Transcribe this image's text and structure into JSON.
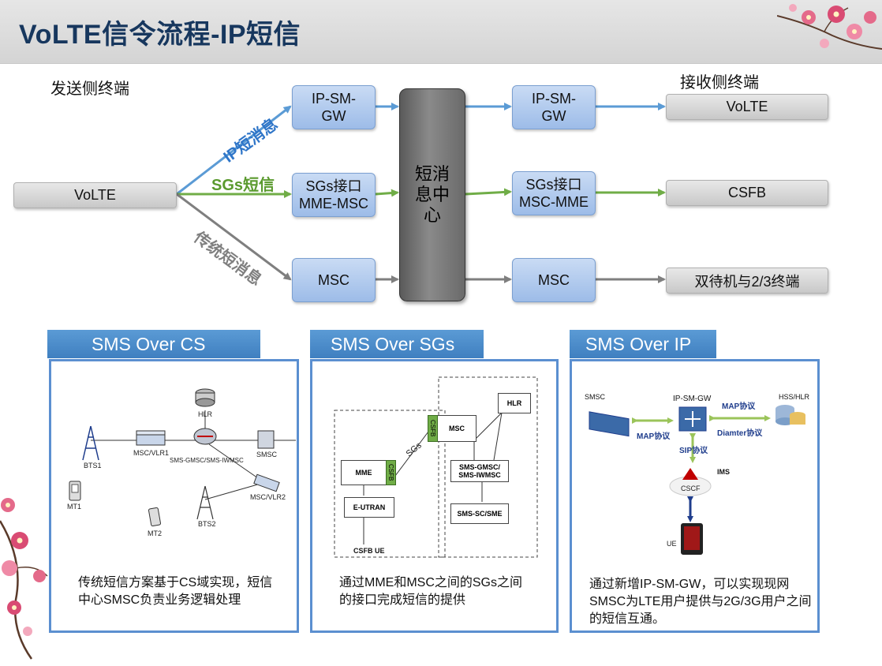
{
  "title": "VoLTE信令流程-IP短信",
  "sender_label": "发送侧终端",
  "receiver_label": "接收侧终端",
  "sender_terminal": "VoLTE",
  "paths": {
    "ip": {
      "label": "IP短消息",
      "color": "#5b9bd5"
    },
    "sgs": {
      "label": "SGs短信",
      "color": "#70ad47"
    },
    "legacy": {
      "label": "传统短消息",
      "color": "#7f7f7f"
    }
  },
  "left_nodes": {
    "ip": "IP-SM-GW",
    "sgs": "SGs接口 MME-MSC",
    "legacy": "MSC"
  },
  "center_node": "短消息中心",
  "right_nodes": {
    "ip": "IP-SM-GW",
    "sgs": "SGs接口 MSC-MME",
    "legacy": "MSC"
  },
  "receivers": {
    "ip": "VoLTE",
    "sgs": "CSFB",
    "legacy": "双待机与2/3终端"
  },
  "panels": [
    {
      "title": "SMS Over CS",
      "description": "传统短信方案基于CS域实现，短信中心SMSC负责业务逻辑处理",
      "labels": {
        "hlr": "HLR",
        "bts1": "BTS1",
        "mt1": "MT1",
        "msc_vlr1": "MSC/VLR1",
        "gmsc": "SMS-GMSC/SMS-IWMSC",
        "smsc": "SMSC",
        "msc_vlr2": "MSC/VLR2",
        "bts2": "BTS2",
        "mt2": "MT2"
      }
    },
    {
      "title": "SMS Over SGs",
      "description": "通过MME和MSC之间的SGs之间的接口完成短信的提供",
      "labels": {
        "hlr": "HLR",
        "msc": "MSC",
        "csfb": "CSFB",
        "sgs": "SGs",
        "mme": "MME",
        "gmsc": "SMS-GMSC/ SMS-IWMSC",
        "eutran": "E-UTRAN",
        "smssc": "SMS-SC/SME",
        "csfb_ue": "CSFB UE"
      }
    },
    {
      "title": "SMS Over IP",
      "description": "通过新增IP-SM-GW，可以实现现网SMSC为LTE用户提供与2G/3G用户之间的短信互通。",
      "labels": {
        "smsc": "SMSC",
        "ipsmgw": "IP-SM-GW",
        "hss": "HSS/HLR",
        "map1": "MAP协议",
        "map2": "MAP协议",
        "diameter": "Diamter协议",
        "sip": "SIP协议",
        "ims": "IMS",
        "cscf": "CSCF",
        "ue": "UE"
      }
    }
  ]
}
